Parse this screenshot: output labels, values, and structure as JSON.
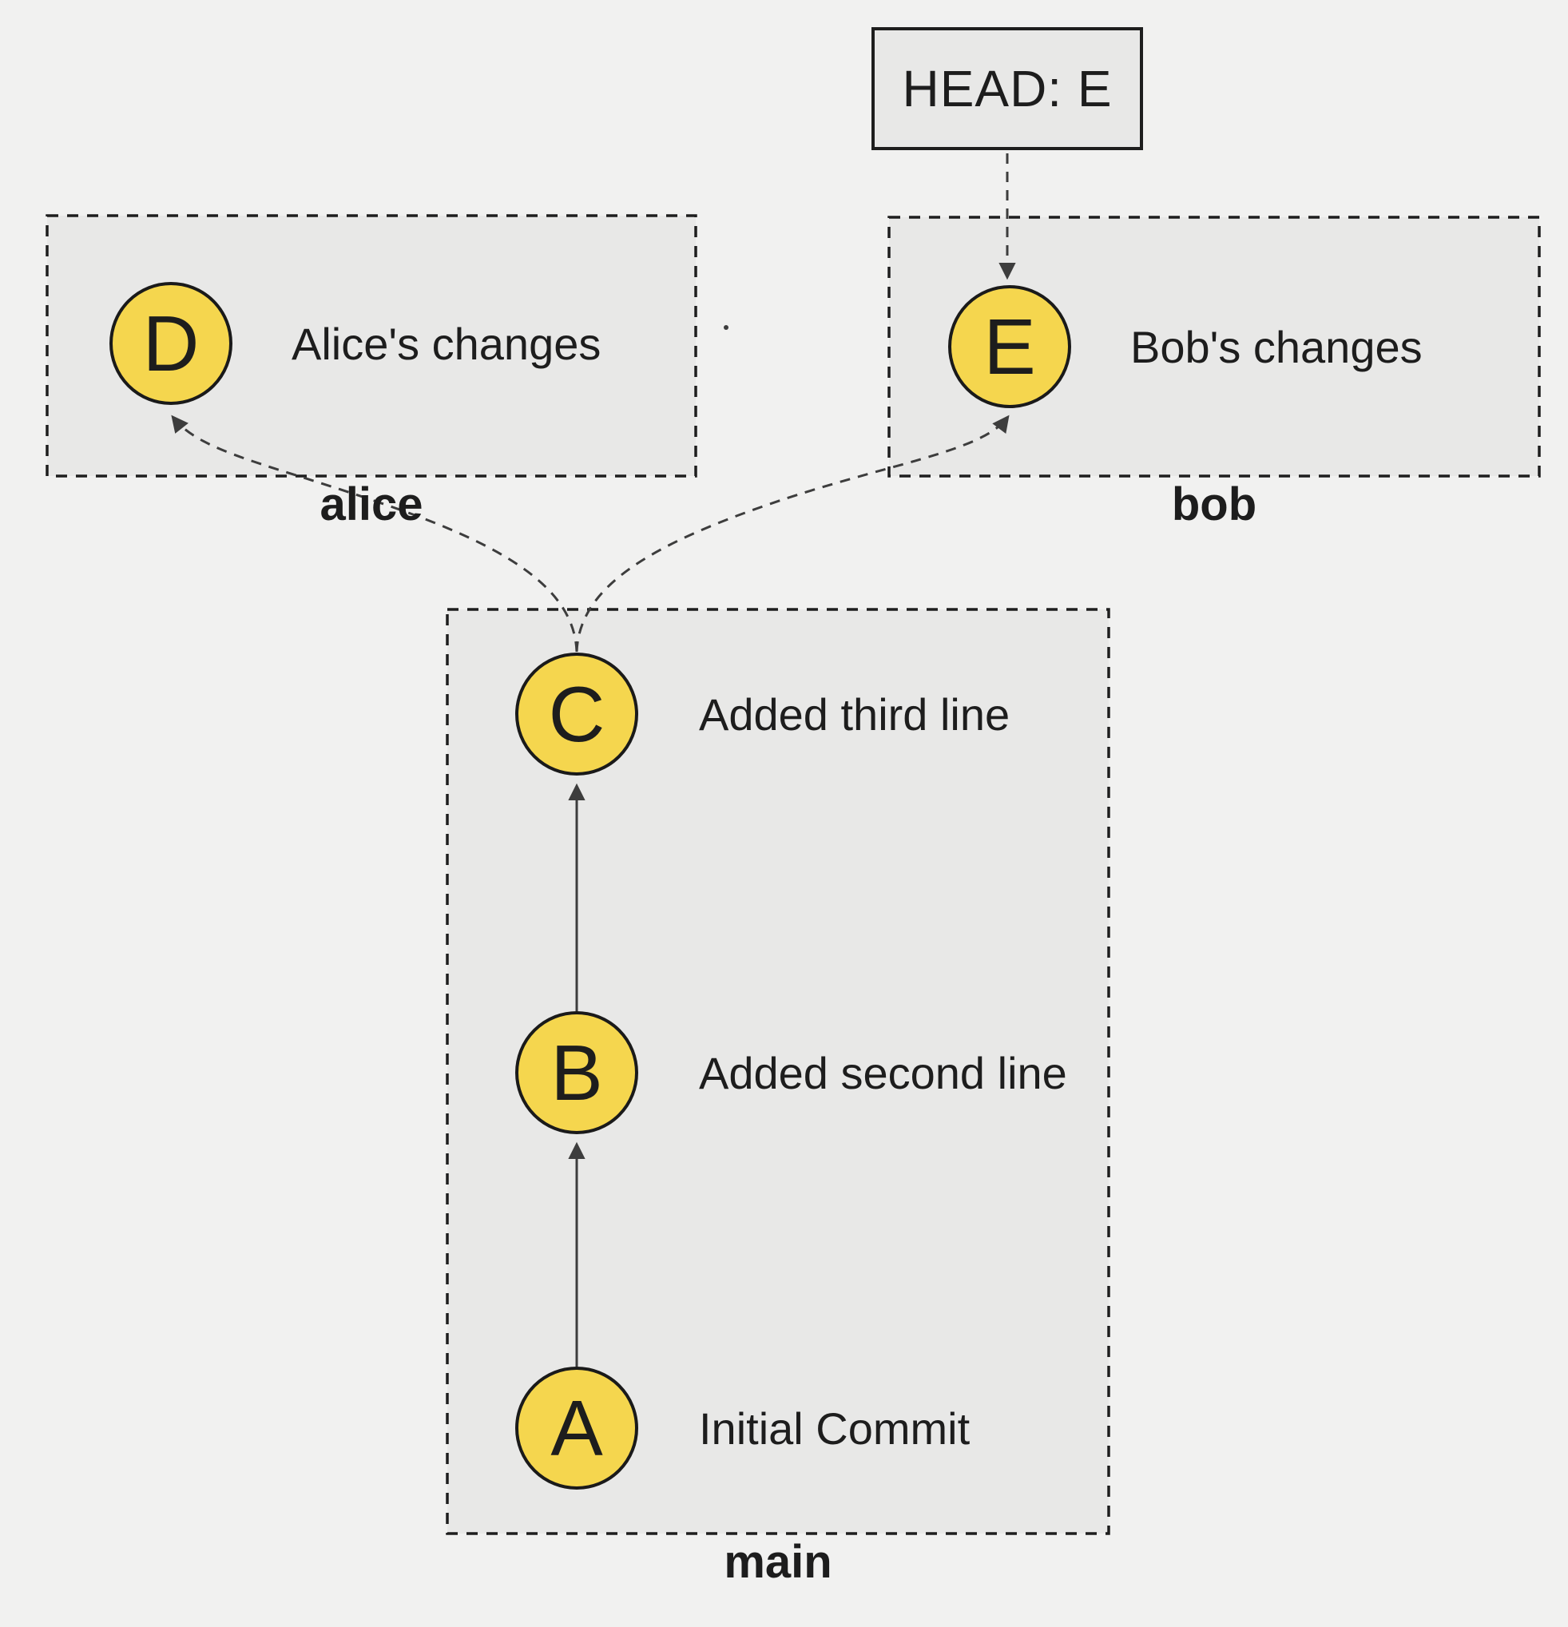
{
  "colors": {
    "background": "#f1f1f0",
    "box_fill": "#e8e8e7",
    "node_fill": "#f5d64e",
    "node_border": "#1a1a1a",
    "box_border": "#1e1e1e",
    "connector": "#3d3d3d",
    "text": "#1d1d1d"
  },
  "head": {
    "label": "HEAD: E",
    "points_to": "E"
  },
  "branches": {
    "alice": {
      "label": "alice"
    },
    "bob": {
      "label": "bob"
    },
    "main": {
      "label": "main"
    }
  },
  "commits": {
    "D": {
      "id": "D",
      "message": "Alice's changes",
      "branch": "alice"
    },
    "E": {
      "id": "E",
      "message": "Bob's changes",
      "branch": "bob"
    },
    "C": {
      "id": "C",
      "message": "Added third line",
      "branch": "main"
    },
    "B": {
      "id": "B",
      "message": "Added second line",
      "branch": "main"
    },
    "A": {
      "id": "A",
      "message": "Initial Commit",
      "branch": "main"
    }
  },
  "edges": [
    {
      "from": "A",
      "to": "B",
      "style": "solid"
    },
    {
      "from": "B",
      "to": "C",
      "style": "solid"
    },
    {
      "from": "C",
      "to": "D",
      "style": "dashed"
    },
    {
      "from": "C",
      "to": "E",
      "style": "dashed"
    },
    {
      "from": "HEAD",
      "to": "E",
      "style": "dashed"
    }
  ]
}
